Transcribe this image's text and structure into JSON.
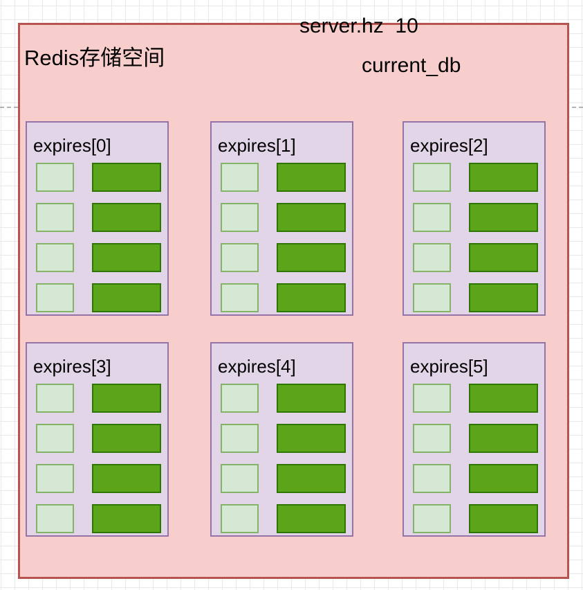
{
  "diagram": {
    "top_label": "server.hz  10",
    "container_title": "Redis存储空间",
    "db_label": "current_db",
    "rows_per_block": 4,
    "blocks": [
      {
        "label": "expires[0]"
      },
      {
        "label": "expires[1]"
      },
      {
        "label": "expires[2]"
      },
      {
        "label": "expires[3]"
      },
      {
        "label": "expires[4]"
      },
      {
        "label": "expires[5]"
      }
    ],
    "colors": {
      "container_fill": "#f8cecc",
      "container_border": "#b85450",
      "block_fill": "#e1d5e7",
      "block_border": "#9673a6",
      "key_slot_fill": "#d5e8d4",
      "key_slot_border": "#82b366",
      "value_slot_fill": "#5ca41a",
      "value_slot_border": "#2d7600",
      "grid_line": "#e9e9e9",
      "grid_major_line": "#b3b3b3",
      "text": "#000000"
    }
  }
}
